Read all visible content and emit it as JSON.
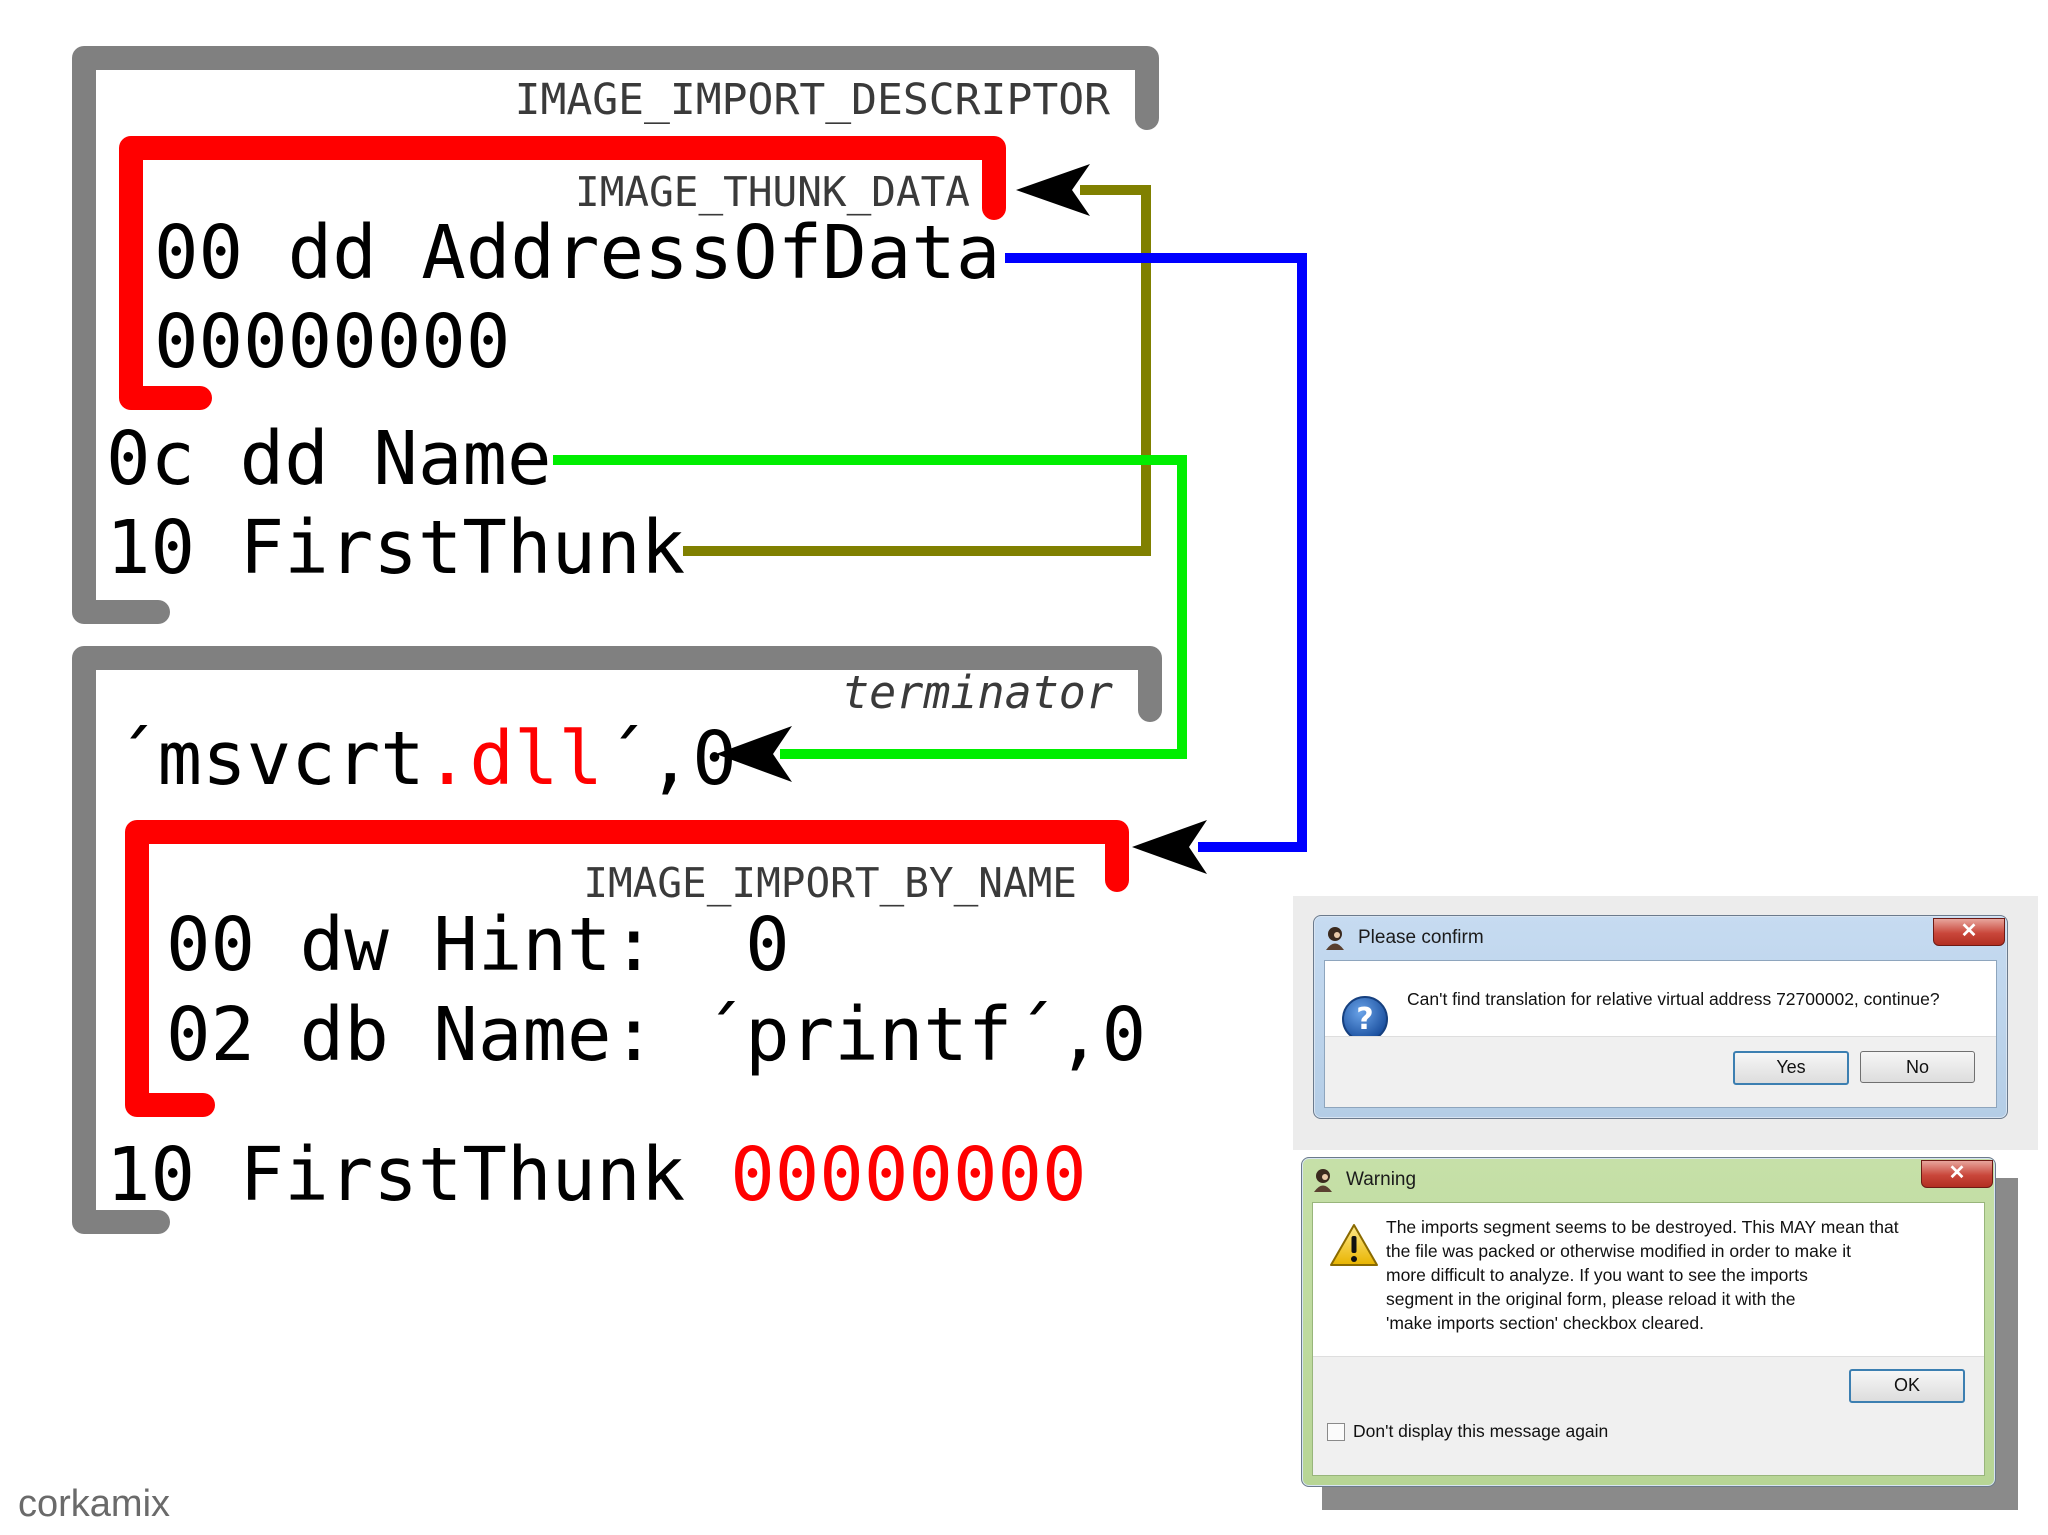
{
  "diagram": {
    "import_descriptor": {
      "label": "IMAGE_IMPORT_DESCRIPTOR",
      "thunk_data": {
        "label": "IMAGE_THUNK_DATA",
        "line1": "00 dd AddressOfData",
        "line2": "00000000"
      },
      "name_line": "0c dd Name",
      "firstthunk_line": "10 FirstThunk"
    },
    "terminator_block": {
      "label": "terminator",
      "dll_prefix": "´msvcrt",
      "dll_ext": ".dll",
      "dll_suffix": "´,0",
      "import_by_name": {
        "label": "IMAGE_IMPORT_BY_NAME",
        "hint_line": "00 dw Hint:  0",
        "name_line": "02 db Name: ´printf´,0"
      },
      "firstthunk_label": "10 FirstThunk",
      "firstthunk_value": "00000000"
    },
    "colors": {
      "descriptor_bracket": "#808080",
      "thunk_bracket": "#ff0000",
      "name_arrow": "#00ee00",
      "firstthunk_arrow": "#808000",
      "addressofdata_arrow": "#0000ff",
      "highlight_text": "#ff0000"
    }
  },
  "confirm_dialog": {
    "title": "Please confirm",
    "message": "Can't find translation for relative virtual address 72700002, continue?",
    "icon": "question-icon",
    "buttons": {
      "yes": "Yes",
      "no": "No"
    },
    "close": "✕"
  },
  "warning_dialog": {
    "title": "Warning",
    "message_lines": [
      "The imports segment seems to be destroyed. This MAY mean that",
      "the file was packed or otherwise modified in order to make it",
      "more difficult to analyze. If you want to see the imports",
      "segment in the original form, please reload it with the",
      "'make imports section' checkbox cleared."
    ],
    "icon": "warning-icon",
    "ok": "OK",
    "checkbox_label": "Don't display this message again",
    "checkbox_checked": false,
    "close": "✕"
  },
  "credit": "corkamix"
}
